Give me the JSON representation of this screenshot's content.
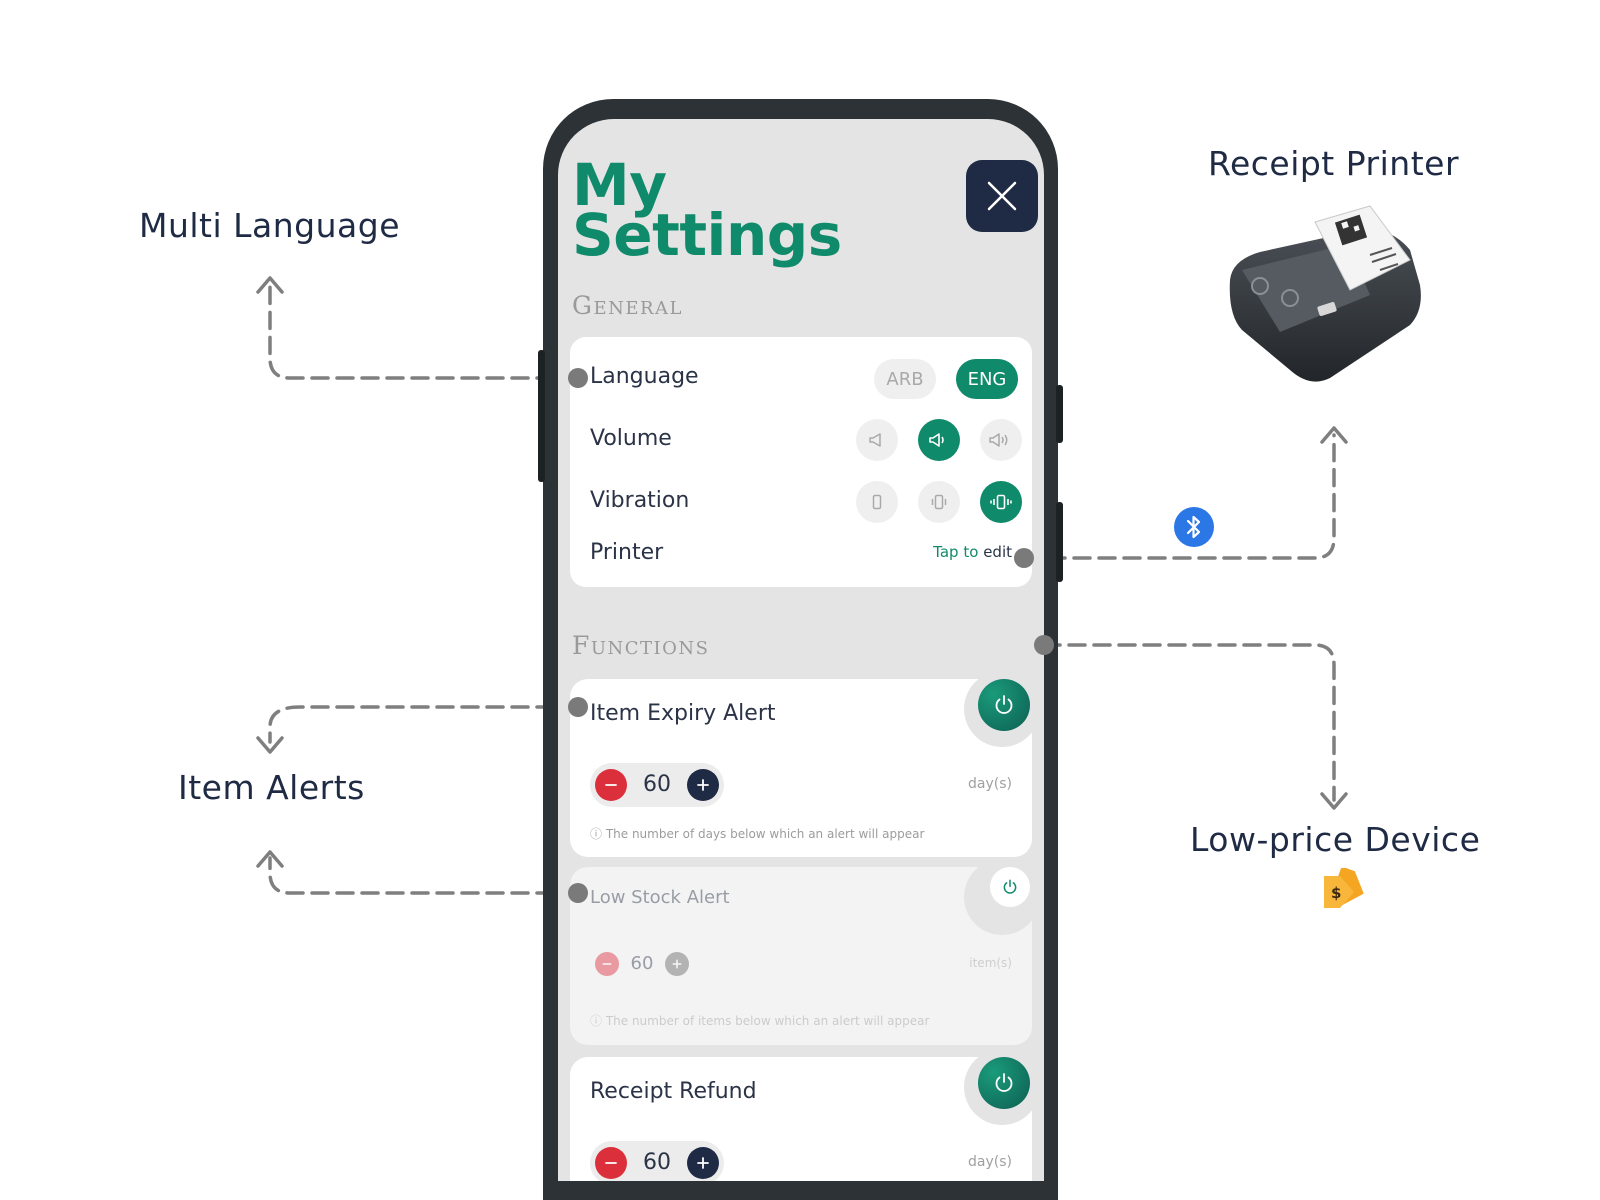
{
  "annotations": {
    "multi_language": "Multi Language",
    "item_alerts": "Item Alerts",
    "receipt_printer": "Receipt Printer",
    "low_price_device": "Low-price Device"
  },
  "screen": {
    "title_line1": "My",
    "title_line2": "Settings",
    "general": {
      "heading": "General",
      "language_label": "Language",
      "language_options": [
        "ARB",
        "ENG"
      ],
      "language_selected": "ENG",
      "volume_label": "Volume",
      "volume_level_selected": 2,
      "vibration_label": "Vibration",
      "vibration_level_selected": 3,
      "printer_label": "Printer",
      "printer_tap": "Tap to",
      "printer_edit": "edit"
    },
    "functions": {
      "heading": "Functions",
      "expiry": {
        "label": "Item Expiry Alert",
        "enabled": true,
        "value": "60",
        "unit": "day(s)",
        "hint": "ⓘ The number of days below which an alert will appear"
      },
      "low_stock": {
        "label": "Low Stock Alert",
        "enabled": false,
        "value": "60",
        "unit": "item(s)",
        "hint": "ⓘ The number of items below which an alert will appear"
      },
      "refund": {
        "label": "Receipt Refund",
        "enabled": true,
        "value": "60",
        "unit": "day(s)"
      }
    }
  },
  "colors": {
    "brand_green": "#0f8a6a",
    "navy": "#1f2b44",
    "danger_red": "#dc2f3c",
    "bluetooth_blue": "#2b77e6"
  },
  "icons": {
    "close": "close-icon",
    "volume": [
      "volume-mute-icon",
      "volume-low-icon",
      "volume-high-icon"
    ],
    "vibration": [
      "vibration-off-icon",
      "vibration-low-icon",
      "vibration-high-icon"
    ],
    "power": "power-icon",
    "bluetooth": "bluetooth-icon",
    "price_tag": "price-tag-icon"
  }
}
